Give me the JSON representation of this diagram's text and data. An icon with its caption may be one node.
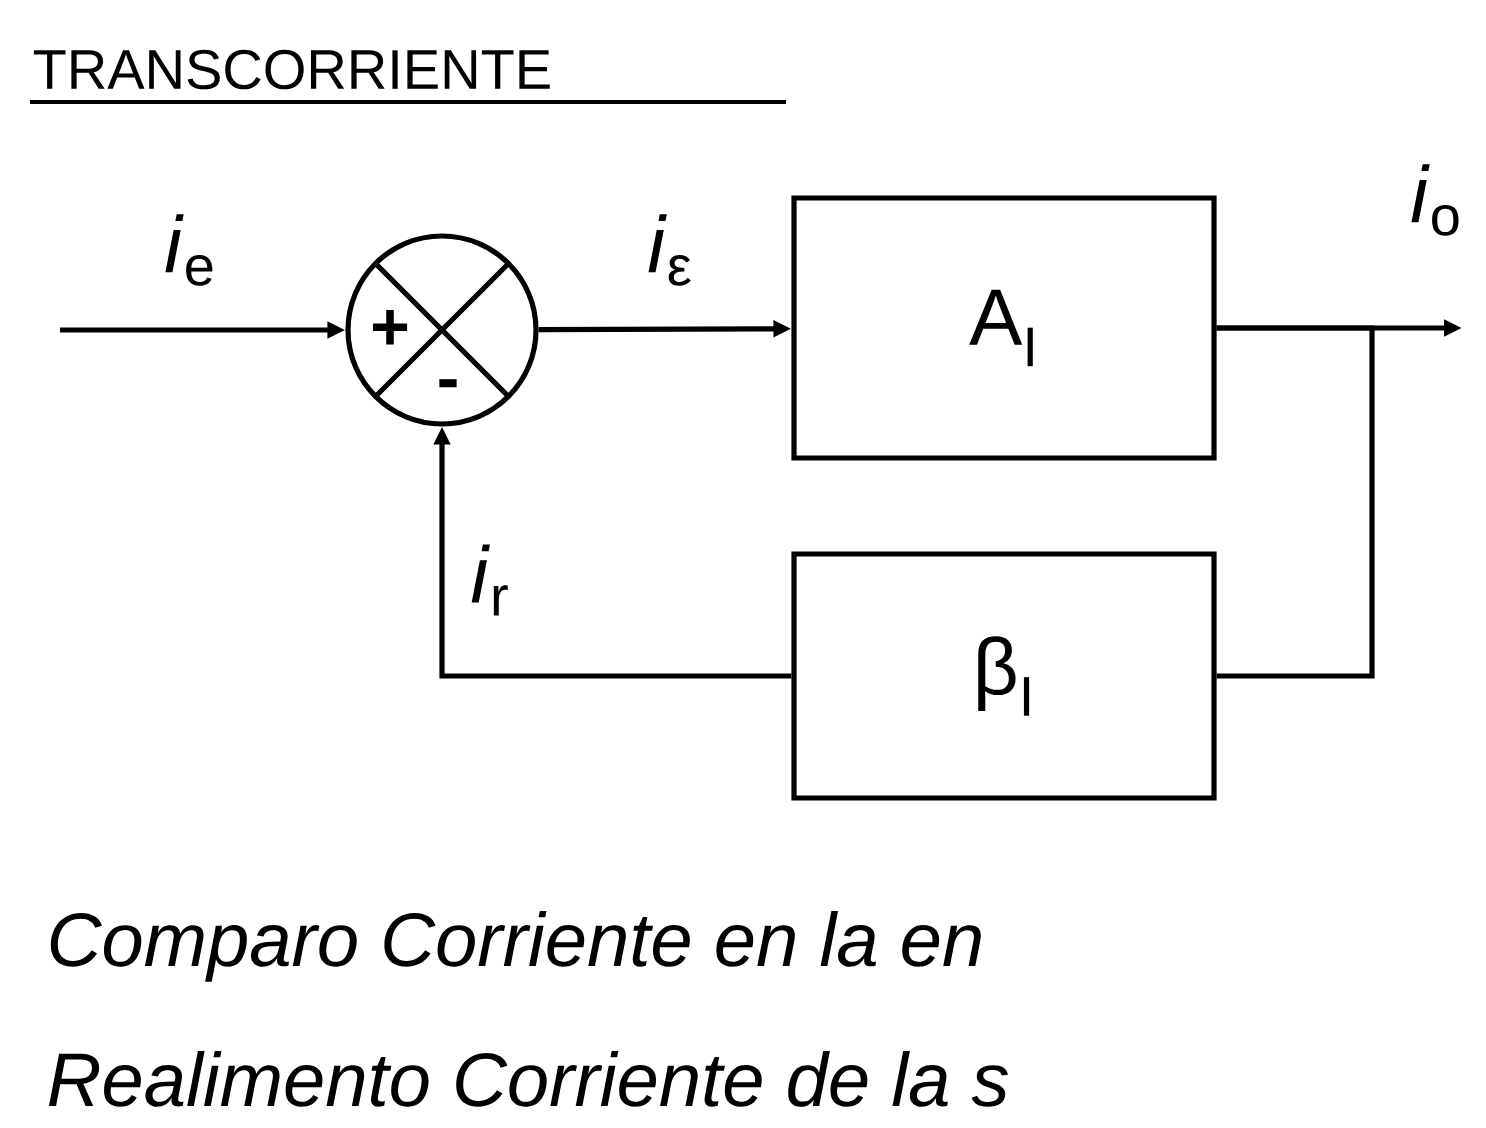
{
  "diagram": {
    "title": "TRANSCORRIENTE",
    "nodes": [
      {
        "text": [
          "+",
          "-"
        ]
      },
      {
        "text": [
          "A$_{I}$"
        ]
      },
      {
        "text": [
          "β$_{I}$"
        ]
      }
    ],
    "edges": [
      {
        "from": null,
        "to": 0,
        "arrow": "to",
        "label": "*i*$_{e}$"
      },
      {
        "from": 0,
        "to": 1,
        "arrow": "to",
        "label": "*i*$_{ε}$"
      },
      {
        "from": 1,
        "to": null,
        "arrow": "to",
        "label": "*i*$_{o}$"
      },
      {
        "from": 1,
        "to": 2,
        "arrow": "none"
      },
      {
        "from": 2,
        "to": 0,
        "arrow": "to",
        "label": "*i*$_{r}$"
      }
    ],
    "labels": [
      "Comparo Corriente en la en",
      "Realimento Corriente de la s"
    ]
  }
}
